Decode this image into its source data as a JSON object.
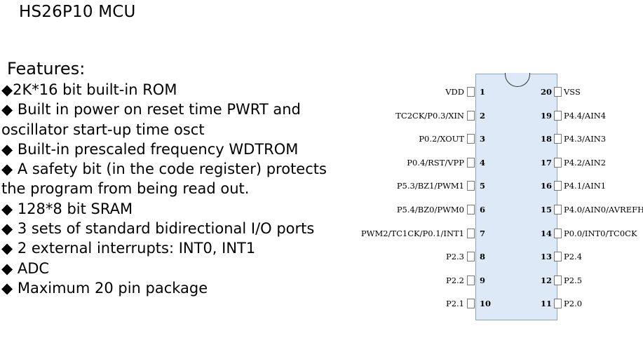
{
  "title": "HS26P10 MCU",
  "features_heading": "Features:",
  "features": [
    "◆2K*16 bit built-in ROM",
    "◆ Built in power on reset time PWRT and oscillator start-up time osct",
    "◆ Built-in prescaled frequency WDTROM",
    "◆ A safety bit (in the code register) protects the program from being read out.",
    "◆ 128*8 bit SRAM",
    "◆ 3 sets of standard bidirectional I/O ports",
    "◆ 2 external interrupts: INT0, INT1",
    "◆ ADC",
    "◆ Maximum 20 pin package"
  ],
  "pins_left": [
    {
      "num": "1",
      "label": "VDD"
    },
    {
      "num": "2",
      "label": "TC2CK/P0.3/XIN"
    },
    {
      "num": "3",
      "label": "P0.2/XOUT"
    },
    {
      "num": "4",
      "label": "P0.4/RST/VPP"
    },
    {
      "num": "5",
      "label": "P5.3/BZ1/PWM1"
    },
    {
      "num": "6",
      "label": "P5.4/BZ0/PWM0"
    },
    {
      "num": "7",
      "label": "PWM2/TC1CK/P0.1/INT1"
    },
    {
      "num": "8",
      "label": "P2.3"
    },
    {
      "num": "9",
      "label": "P2.2"
    },
    {
      "num": "10",
      "label": "P2.1"
    }
  ],
  "pins_right": [
    {
      "num": "20",
      "label": "VSS"
    },
    {
      "num": "19",
      "label": "P4.4/AIN4"
    },
    {
      "num": "18",
      "label": "P4.3/AIN3"
    },
    {
      "num": "17",
      "label": "P4.2/AIN2"
    },
    {
      "num": "16",
      "label": "P4.1/AIN1"
    },
    {
      "num": "15",
      "label": "P4.0/AIN0/AVREFH"
    },
    {
      "num": "14",
      "label": "P0.0/INT0/TC0CK"
    },
    {
      "num": "13",
      "label": "P2.4"
    },
    {
      "num": "12",
      "label": "P2.5"
    },
    {
      "num": "11",
      "label": "P2.0"
    }
  ]
}
